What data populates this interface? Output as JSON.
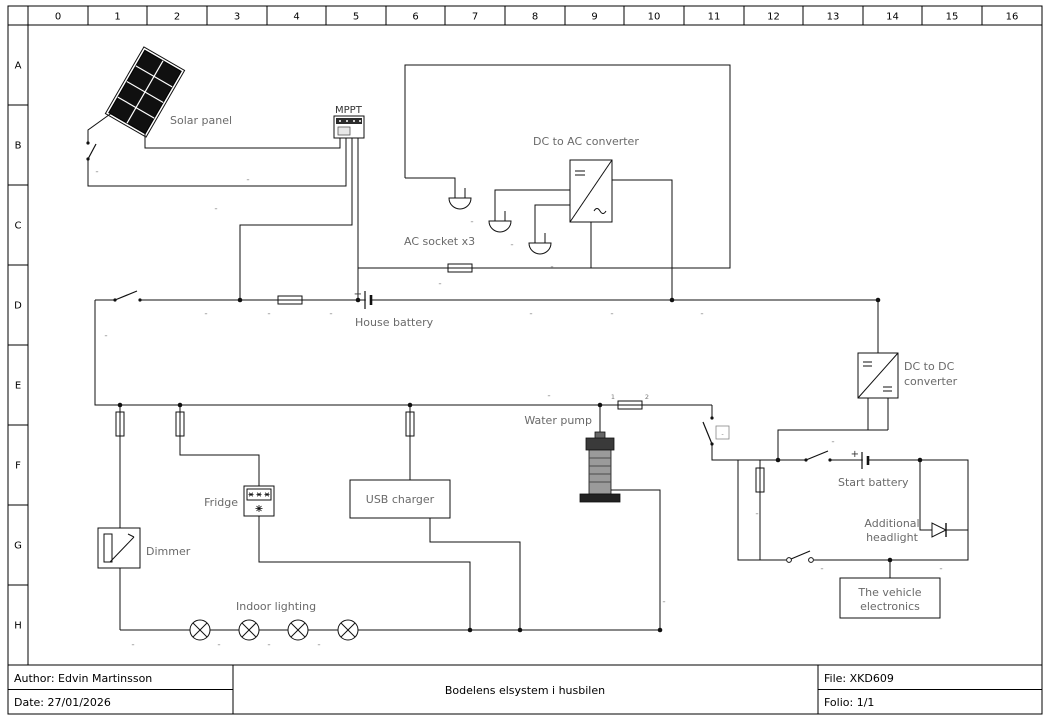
{
  "grid": {
    "cols": [
      "0",
      "1",
      "2",
      "3",
      "4",
      "5",
      "6",
      "7",
      "8",
      "9",
      "10",
      "11",
      "12",
      "13",
      "14",
      "15",
      "16"
    ],
    "rows": [
      "A",
      "B",
      "C",
      "D",
      "E",
      "F",
      "G",
      "H"
    ]
  },
  "title_block": {
    "author": "Author: Edvin Martinsson",
    "date": "Date: 27/01/2026",
    "title": "Bodelens elsystem i husbilen",
    "file": "File: XKD609",
    "folio": "Folio: 1/1"
  },
  "components": {
    "solar_panel": {
      "label": "Solar panel"
    },
    "mppt": {
      "label": "MPPT"
    },
    "dc_ac_converter": {
      "label": "DC to AC converter"
    },
    "ac_socket": {
      "label": "AC socket x3"
    },
    "house_battery": {
      "label": "House battery",
      "polarity": "+"
    },
    "dc_dc_converter": {
      "label": [
        "DC to DC",
        "converter"
      ]
    },
    "water_pump": {
      "label": "Water pump"
    },
    "pump_fuse": {
      "terminal_1": "1",
      "terminal_2": "2"
    },
    "pump_switch": {
      "tag": "-"
    },
    "start_battery": {
      "label": "Start battery",
      "polarity": "+"
    },
    "additional_headlight": {
      "label": [
        "Additional",
        "headlight"
      ]
    },
    "vehicle_electronics": {
      "label": [
        "The vehicle",
        "electronics"
      ]
    },
    "fridge": {
      "label": "Fridge"
    },
    "usb_charger": {
      "label": "USB charger"
    },
    "dimmer": {
      "label": "Dimmer"
    },
    "indoor_lighting": {
      "label": "Indoor lighting"
    }
  },
  "wires": {
    "tick": "-"
  }
}
